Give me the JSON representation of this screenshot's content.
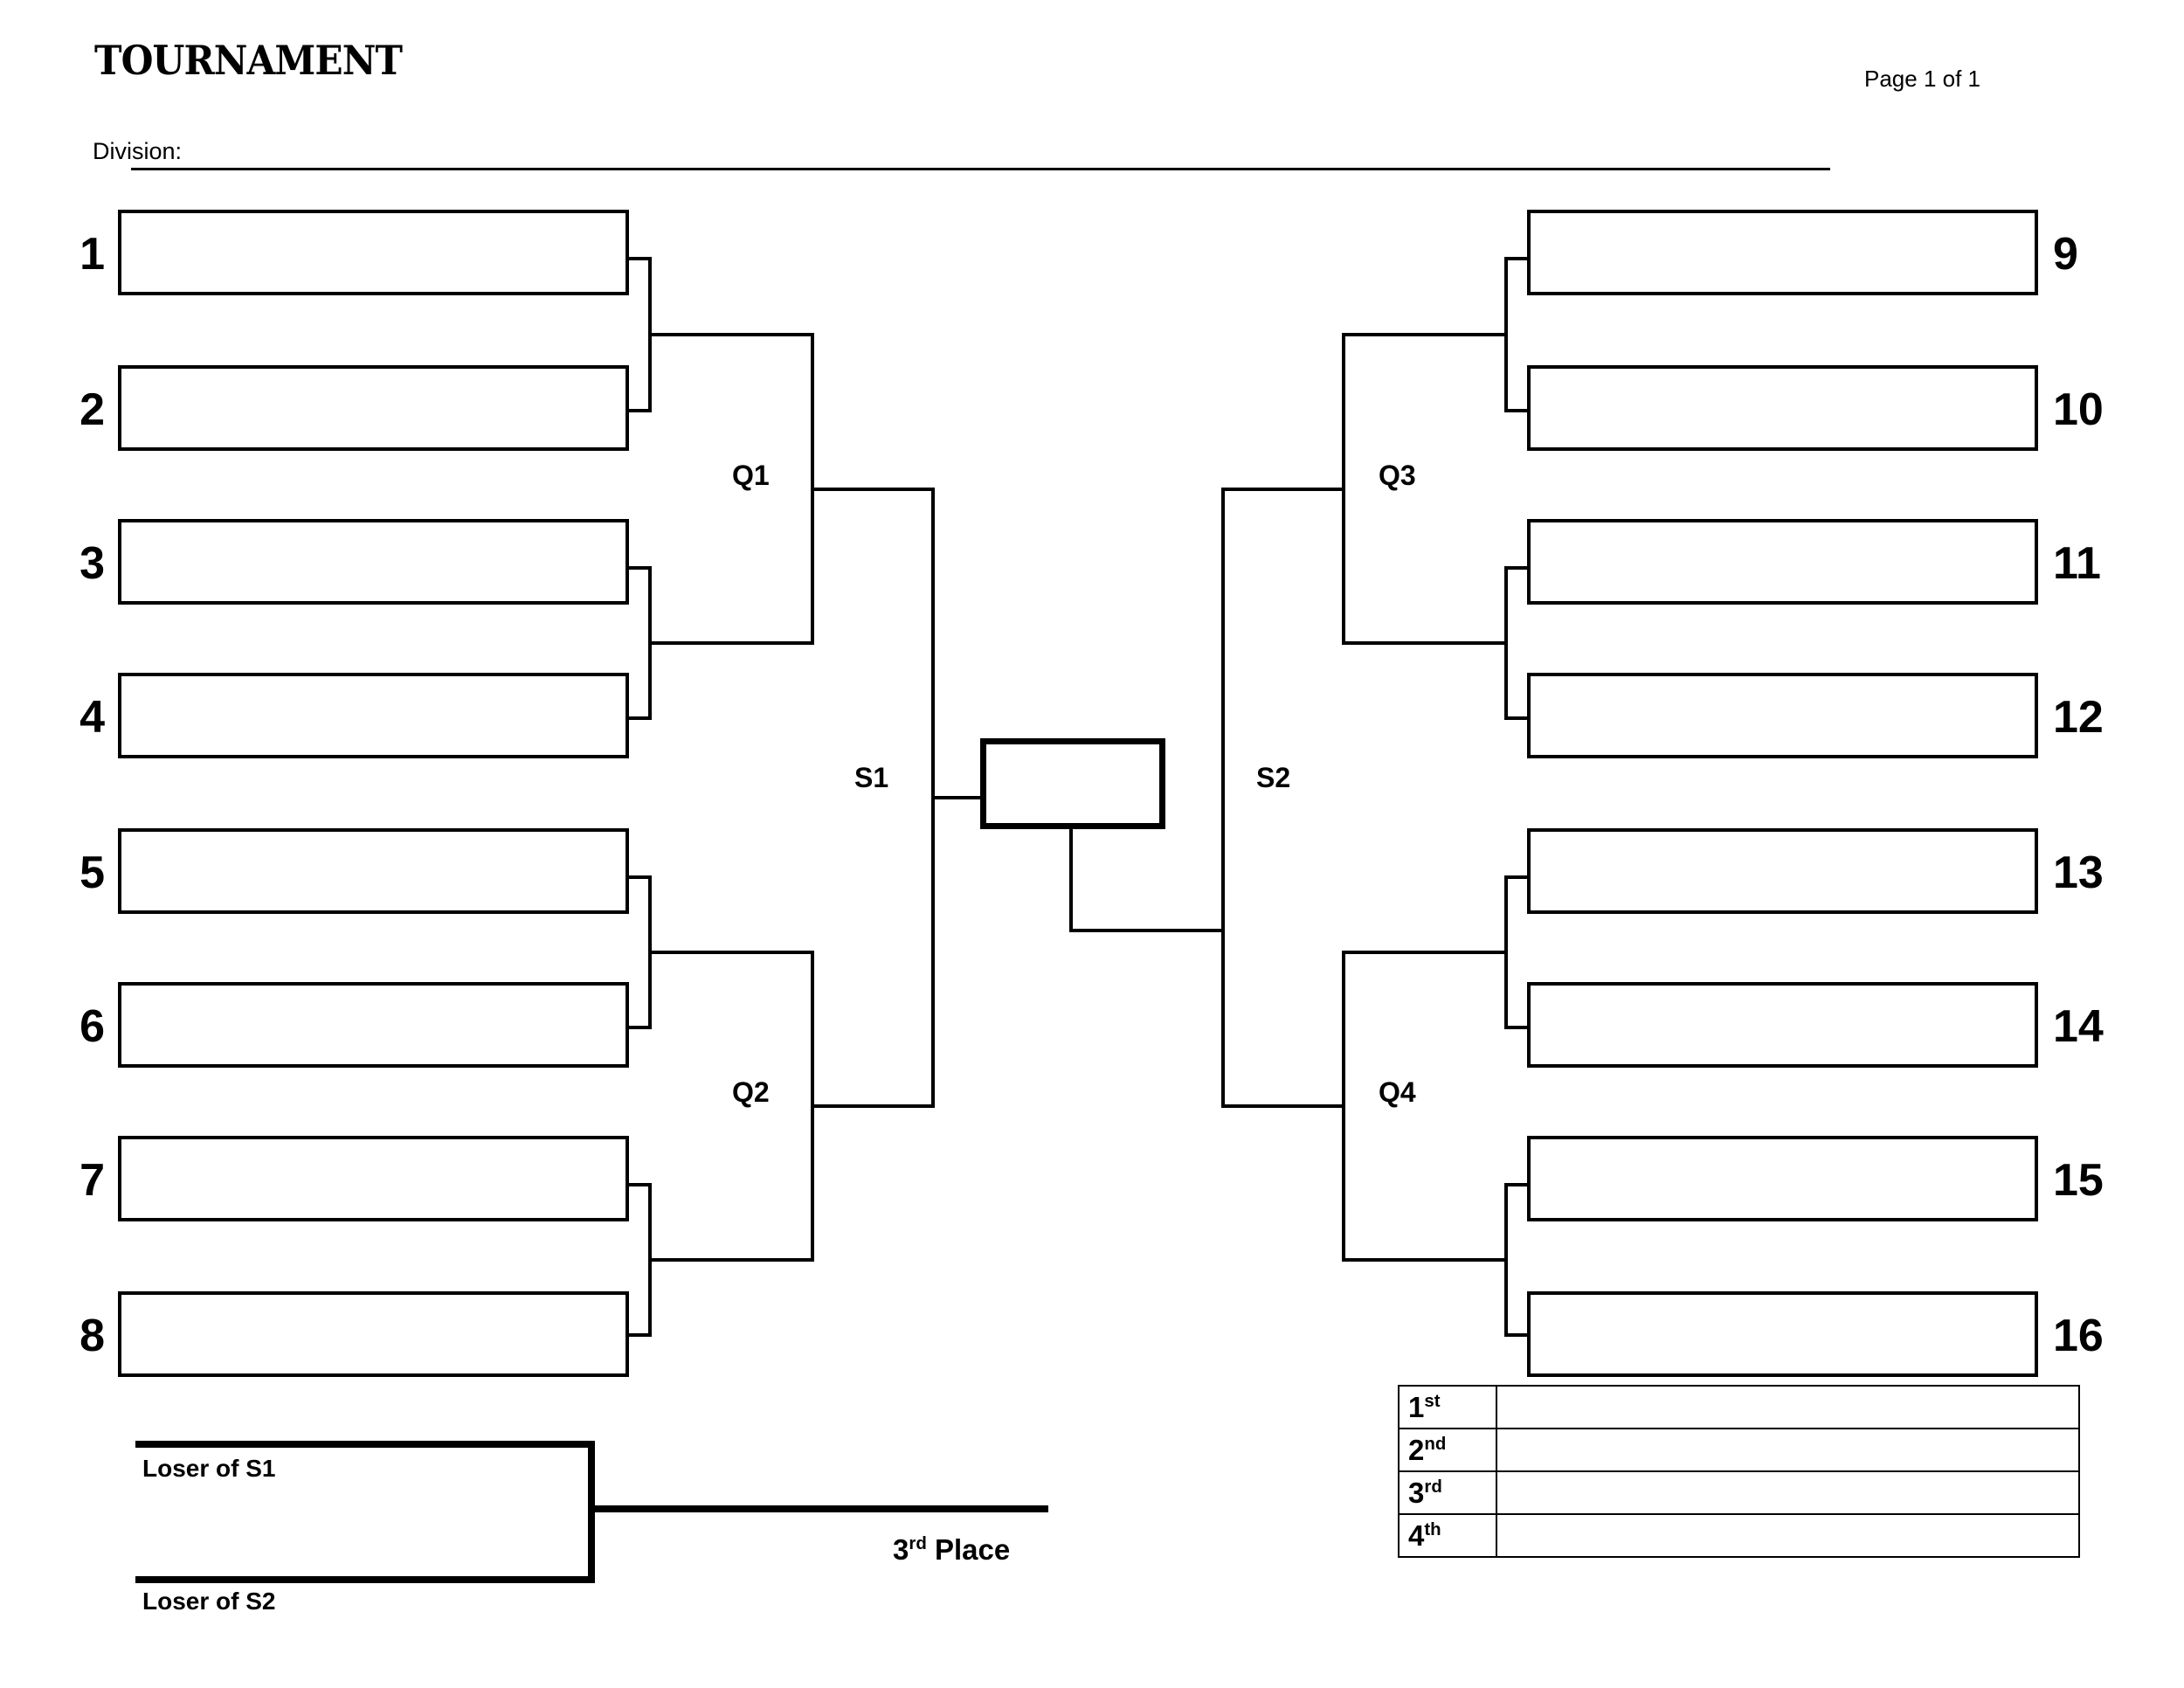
{
  "header": {
    "title": "TOURNAMENT",
    "page_indicator": "Page 1 of 1",
    "division_label": "Division:",
    "division_value": ""
  },
  "bracket": {
    "type": "single-elimination",
    "team_count": 16,
    "left_seeds": [
      "1",
      "2",
      "3",
      "4",
      "5",
      "6",
      "7",
      "8"
    ],
    "right_seeds": [
      "9",
      "10",
      "11",
      "12",
      "13",
      "14",
      "15",
      "16"
    ],
    "round_labels": {
      "q1": "Q1",
      "q2": "Q2",
      "q3": "Q3",
      "q4": "Q4",
      "s1": "S1",
      "s2": "S2"
    },
    "slot_values": {
      "s1_slot": "",
      "s2_slot": "",
      "s3_slot": "",
      "s4_slot": "",
      "s5_slot": "",
      "s6_slot": "",
      "s7_slot": "",
      "s8_slot": "",
      "s9_slot": "",
      "s10_slot": "",
      "s11_slot": "",
      "s12_slot": "",
      "s13_slot": "",
      "s14_slot": "",
      "s15_slot": "",
      "s16_slot": ""
    },
    "champion_value": ""
  },
  "consolation": {
    "top_label": "Loser of S1",
    "bottom_label": "Loser of S2",
    "result_number": "3",
    "result_ordinal": "rd",
    "result_label": " Place"
  },
  "placement": {
    "rows": [
      {
        "rank_number": "1",
        "rank_ordinal": "st",
        "value": ""
      },
      {
        "rank_number": "2",
        "rank_ordinal": "nd",
        "value": ""
      },
      {
        "rank_number": "3",
        "rank_ordinal": "rd",
        "value": ""
      },
      {
        "rank_number": "4",
        "rank_ordinal": "th",
        "value": ""
      }
    ]
  },
  "colors": {
    "line": "#000000",
    "background": "#ffffff"
  }
}
